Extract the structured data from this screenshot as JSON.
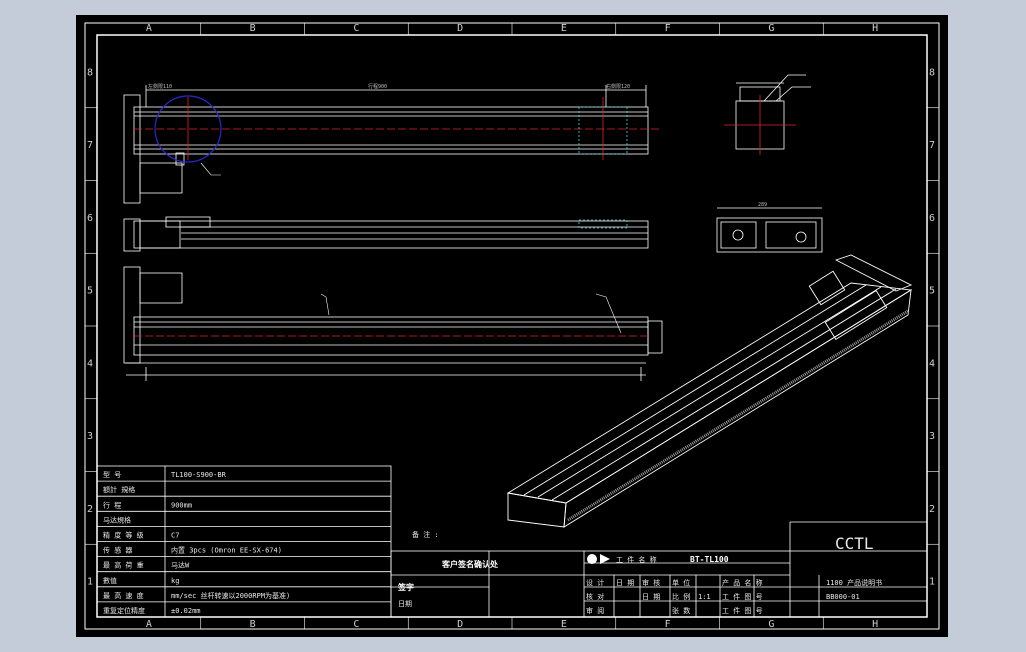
{
  "background_color": "#c4cbd9",
  "canvas_color": "#000000",
  "colors": {
    "line": "#ffffff",
    "center": "#e0242a",
    "circle": "#2828d0",
    "cyan": "#3bd6e6"
  },
  "grid": {
    "columns": [
      "A",
      "B",
      "C",
      "D",
      "E",
      "F",
      "G",
      "H"
    ],
    "rows": [
      "8",
      "7",
      "6",
      "5",
      "4",
      "3",
      "2",
      "1"
    ]
  },
  "dimensions": {
    "left_stroke": "左側限110",
    "travel": "行程900",
    "right_stroke": "右側限120",
    "width_label": "289"
  },
  "spec_table": [
    {
      "label": "型 号",
      "value": "TL100-S900-BR"
    },
    {
      "label": "額計 規格",
      "value": ""
    },
    {
      "label": "行 程",
      "value": "900mm"
    },
    {
      "label": "马达規格",
      "value": ""
    },
    {
      "label": "精 度 等 级",
      "value": "C7"
    },
    {
      "label": "传 感 器",
      "value": "内置 3pcs (Omron EE-SX-674)"
    },
    {
      "label": "最 高 荷 重",
      "value": "马达W"
    },
    {
      "label": "數值",
      "value": "kg"
    },
    {
      "label": "最 高 速 度",
      "value": "mm/sec 丝杆转速以2000RPM为基准)"
    },
    {
      "label": "重复定位精度",
      "value": "±0.02mm"
    }
  ],
  "notes_label": "备 注 :",
  "customer_confirm": "客户签名确认处",
  "sign_label": "签字",
  "date_label": "日期",
  "logo_text": "工 件 名 称",
  "model_code": "BT-TL100",
  "company": "CCTL",
  "title_block": {
    "rows": [
      [
        "设 计",
        "日 期",
        "审 核",
        "单 位",
        "",
        "产 品 名 称",
        "1100 产品说明书"
      ],
      [
        "核 对",
        "",
        "日 期",
        "比 例",
        "1:1",
        "工 件 图 号",
        "BB000-01"
      ],
      [
        "审 阅",
        "",
        "",
        "张 数",
        "",
        "工 件 图 号",
        ""
      ]
    ]
  }
}
